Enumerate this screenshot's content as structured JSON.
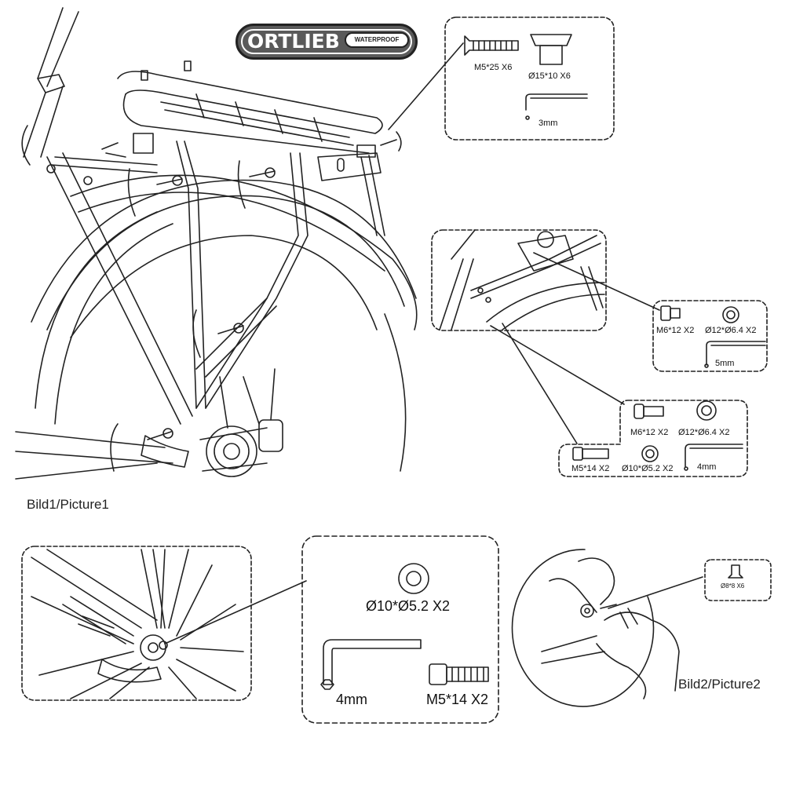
{
  "logo": {
    "brand": "ORTLIEB",
    "badge": "WATERPROOF"
  },
  "captions": {
    "picture1": "Bild1/Picture1",
    "picture2": "Bild2/Picture2"
  },
  "parts_box_top": {
    "screw": "M5*25  X6",
    "spacer": "Ø15*10  X6",
    "hex_key": "3mm"
  },
  "parts_box_mid": {
    "bolt": "M6*12  X2",
    "washer": "Ø12*Ø6.4  X2",
    "hex_key": "5mm"
  },
  "parts_box_lower": {
    "bolt_a": "M6*12  X2",
    "washer_a": "Ø12*Ø6.4  X2",
    "bolt_b": "M5*14  X2",
    "washer_b": "Ø10*Ø5.2  X2",
    "hex_key": "4mm"
  },
  "parts_box_bottom": {
    "washer": "Ø10*Ø5.2  X2",
    "hex_key": "4mm",
    "bolt": "M5*14  X2"
  },
  "parts_box_pin": {
    "pin": "Ø8*8  X6"
  }
}
